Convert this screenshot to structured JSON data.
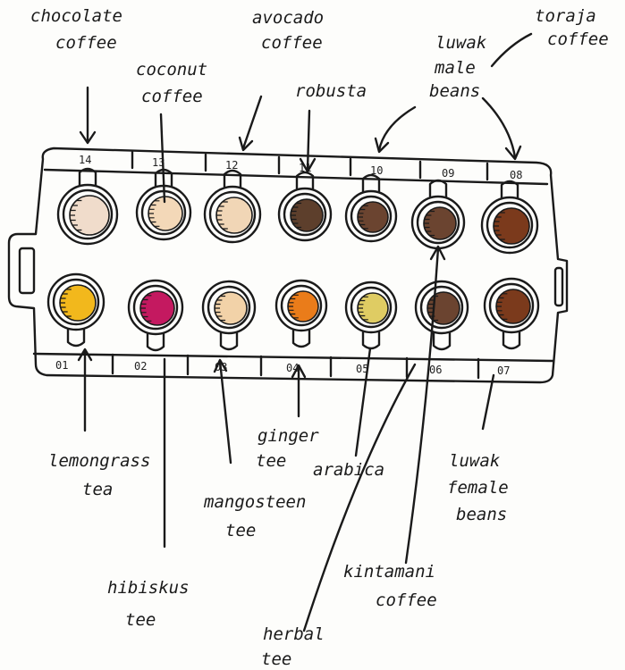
{
  "top_labels": {
    "chocolate_coffee": [
      "chocolate",
      "coffee"
    ],
    "coconut_coffee": [
      "coconut",
      "coffee"
    ],
    "avocado_coffee": [
      "avocado",
      "coffee"
    ],
    "robusta": [
      "robusta"
    ],
    "luwak_male_beans": [
      "luwak",
      "male",
      "beans"
    ],
    "toraja_coffee": [
      "toraja",
      "coffee"
    ]
  },
  "bottom_labels": {
    "lemongrass_tea": [
      "lemongrass",
      "tea"
    ],
    "hibiscus_tea": [
      "hibiskus",
      "tee"
    ],
    "mangosteen_tea": [
      "mangosteen",
      "tee"
    ],
    "ginger_tea": [
      "ginger",
      "tee"
    ],
    "arabica": [
      "arabica"
    ],
    "herbal_tea": [
      "herbal",
      "tee"
    ],
    "kintamani_coffee": [
      "kintamani",
      "coffee"
    ],
    "luwak_female_beans": [
      "luwak",
      "female",
      "beans"
    ]
  },
  "top_numbers": [
    "14",
    "13",
    "12",
    "11",
    "10",
    "09",
    "08"
  ],
  "bottom_numbers": [
    "01",
    "02",
    "03",
    "04",
    "05",
    "06",
    "07"
  ],
  "colors": {
    "ink": "#1a1a1a",
    "chocolate": "#f0dccb",
    "coconut": "#f3d8b8",
    "avocado": "#f1d6b6",
    "robusta": "#5d3f2c",
    "brown": "#6b4430",
    "dark": "#7b3a1c",
    "lemongrass": "#f2b81c",
    "hibiscus": "#c41960",
    "mangosteen": "#f2d2a8",
    "ginger": "#ea7c1a",
    "arabica": "#dfcc63"
  }
}
